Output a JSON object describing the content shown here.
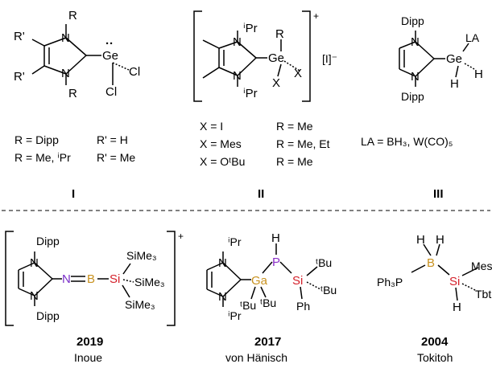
{
  "compounds_top": [
    {
      "id": "I",
      "atoms": {
        "r_top": "R",
        "r_bottom": "R",
        "rp_top": "R'",
        "rp_bottom": "R'",
        "n_top": "N",
        "n_bottom": "N",
        "ge": "Ge",
        "cl1": "Cl",
        "cl2": "Cl",
        "lone_pair": "··"
      },
      "legend": [
        {
          "r": "R = Dipp",
          "rp": "R' = H"
        },
        {
          "r": "R = Me, ⁱPr",
          "rp": "R' = Me"
        }
      ]
    },
    {
      "id": "II",
      "atoms": {
        "ipr_top": "ⁱPr",
        "ipr_bottom": "ⁱPr",
        "n_top": "N",
        "n_bottom": "N",
        "ge": "Ge",
        "r": "R",
        "x1": "X",
        "x2": "X",
        "charge": "+",
        "counterion": "[I]⁻"
      },
      "legend": [
        {
          "x": "X = I",
          "r": "R = Me"
        },
        {
          "x": "X = Mes",
          "r": "R = Me, Et"
        },
        {
          "x": "X = OᵗBu",
          "r": "R = Me"
        }
      ]
    },
    {
      "id": "III",
      "atoms": {
        "dipp_top": "Dipp",
        "dipp_bottom": "Dipp",
        "n_top": "N",
        "n_bottom": "N",
        "ge": "Ge",
        "la": "LA",
        "h1": "H",
        "h2": "H"
      },
      "legend": [
        {
          "text": "LA = BH₃, W(CO)₅"
        }
      ]
    }
  ],
  "compounds_bottom": [
    {
      "year": "2019",
      "author": "Inoue",
      "atoms": {
        "dipp_top": "Dipp",
        "dipp_bottom": "Dipp",
        "n_top": "N",
        "n_bottom": "N",
        "n_imine": "N",
        "b": "B",
        "si": "Si",
        "sime3_1": "SiMe₃",
        "sime3_2": "SiMe₃",
        "sime3_3": "SiMe₃",
        "charge": "+"
      }
    },
    {
      "year": "2017",
      "author": "von Hänisch",
      "atoms": {
        "ipr_top": "ⁱPr",
        "ipr_bottom": "ⁱPr",
        "n_top": "N",
        "n_bottom": "N",
        "ga": "Ga",
        "p": "P",
        "h": "H",
        "si": "Si",
        "tbu_1": "ᵗBu",
        "tbu_2": "ᵗBu",
        "tbu_3": "ᵗBu",
        "tbu_4": "ᵗBu",
        "ph": "Ph"
      }
    },
    {
      "year": "2004",
      "author": "Tokitoh",
      "atoms": {
        "ph3p": "Ph₃P",
        "b": "B",
        "h1": "H",
        "h2": "H",
        "si": "Si",
        "mes": "Mes",
        "tbt": "Tbt",
        "h3": "H"
      }
    }
  ],
  "colors": {
    "germanium": "#c8911e",
    "gallium": "#c8911e",
    "boron": "#c8911e",
    "silicon": "#d4202a",
    "phosphorus": "#8b2fc9",
    "nitrogen_imine": "#7a2fc9"
  }
}
